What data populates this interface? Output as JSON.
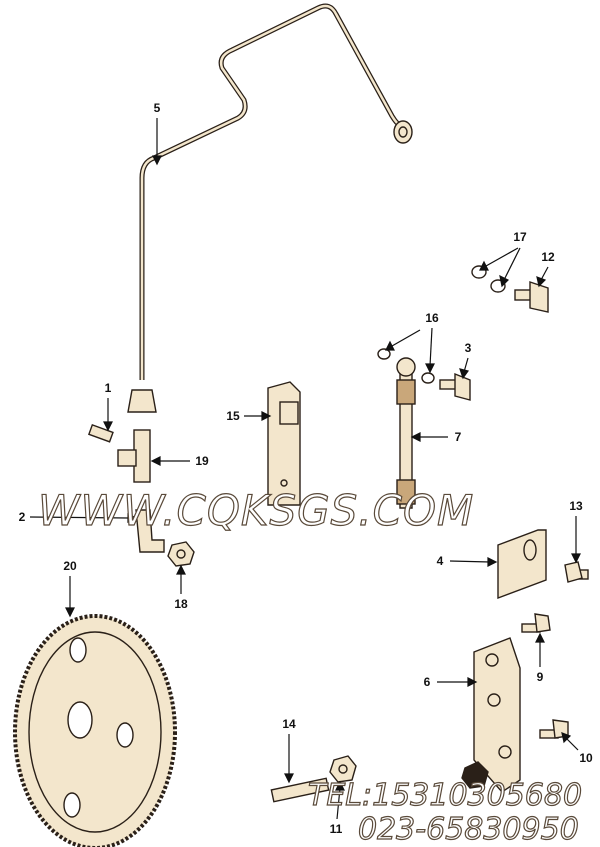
{
  "callouts": {
    "c1": "1",
    "c2": "2",
    "c3": "3",
    "c4": "4",
    "c5": "5",
    "c6": "6",
    "c7": "7",
    "c9": "9",
    "c10": "10",
    "c11": "11",
    "c12": "12",
    "c13": "13",
    "c14": "14",
    "c15": "15",
    "c16": "16",
    "c17": "17",
    "c18": "18",
    "c19": "19",
    "c20": "20"
  },
  "watermark": {
    "site": "WWW.CQKSGS.COM",
    "tel": "TEL:15310305680",
    "phone": "023-65830950"
  },
  "colors": {
    "stroke": "#2a2018",
    "part_fill": "#f3e6cc",
    "shade": "#c9a77a"
  }
}
